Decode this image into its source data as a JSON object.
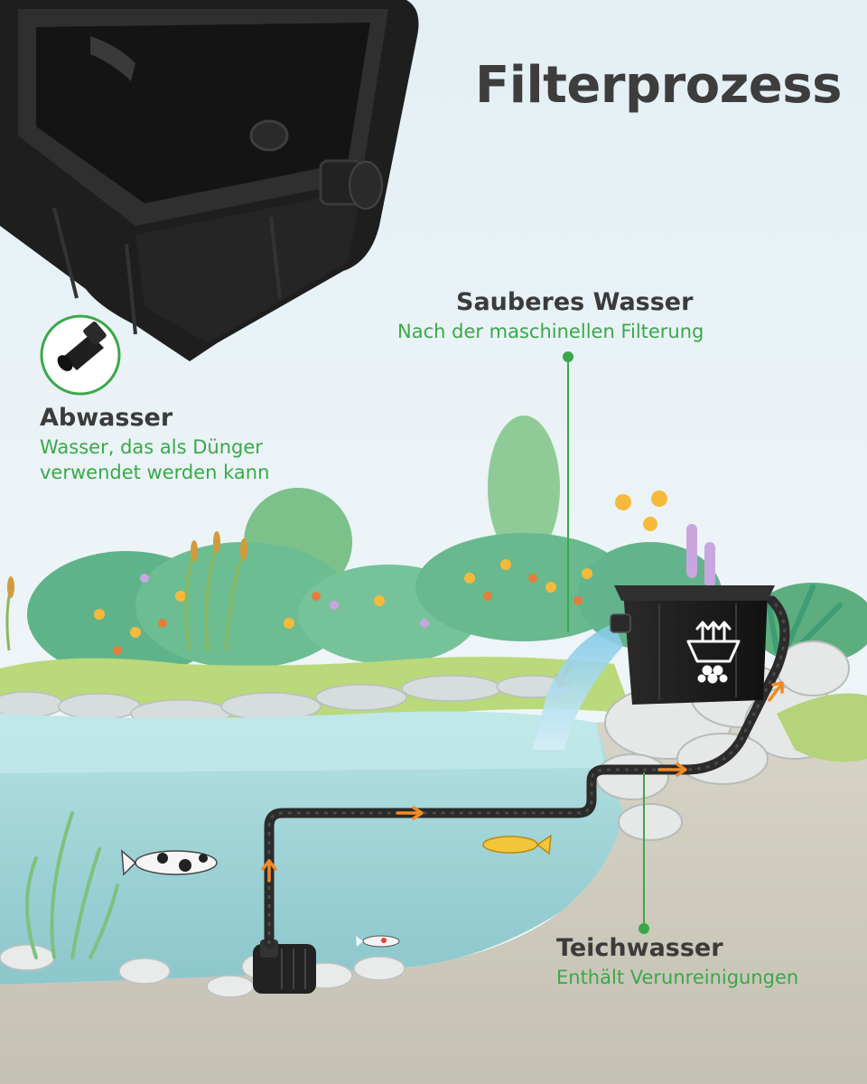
{
  "title": "Filterprozess",
  "labels": {
    "clean_water": {
      "heading": "Sauberes Wasser",
      "subtitle": "Nach der maschinellen Filterung"
    },
    "waste_water": {
      "heading": "Abwasser",
      "subtitle_line1": "Wasser, das als Dünger",
      "subtitle_line2": "verwendet werden kann"
    },
    "pond_water": {
      "heading": "Teichwasser",
      "subtitle": "Enthält Verunreinigungen"
    }
  },
  "colors": {
    "accent_green": "#3aa849",
    "heading_text": "#3b3b3b",
    "flow_arrow": "#f08a24",
    "water": "#a9d9dc",
    "filter_box": "#1c1c1c"
  },
  "icons": [
    "filter-box",
    "outlet-nozzle",
    "filter-media-icon",
    "pump",
    "flow-arrow",
    "koi-fish"
  ]
}
